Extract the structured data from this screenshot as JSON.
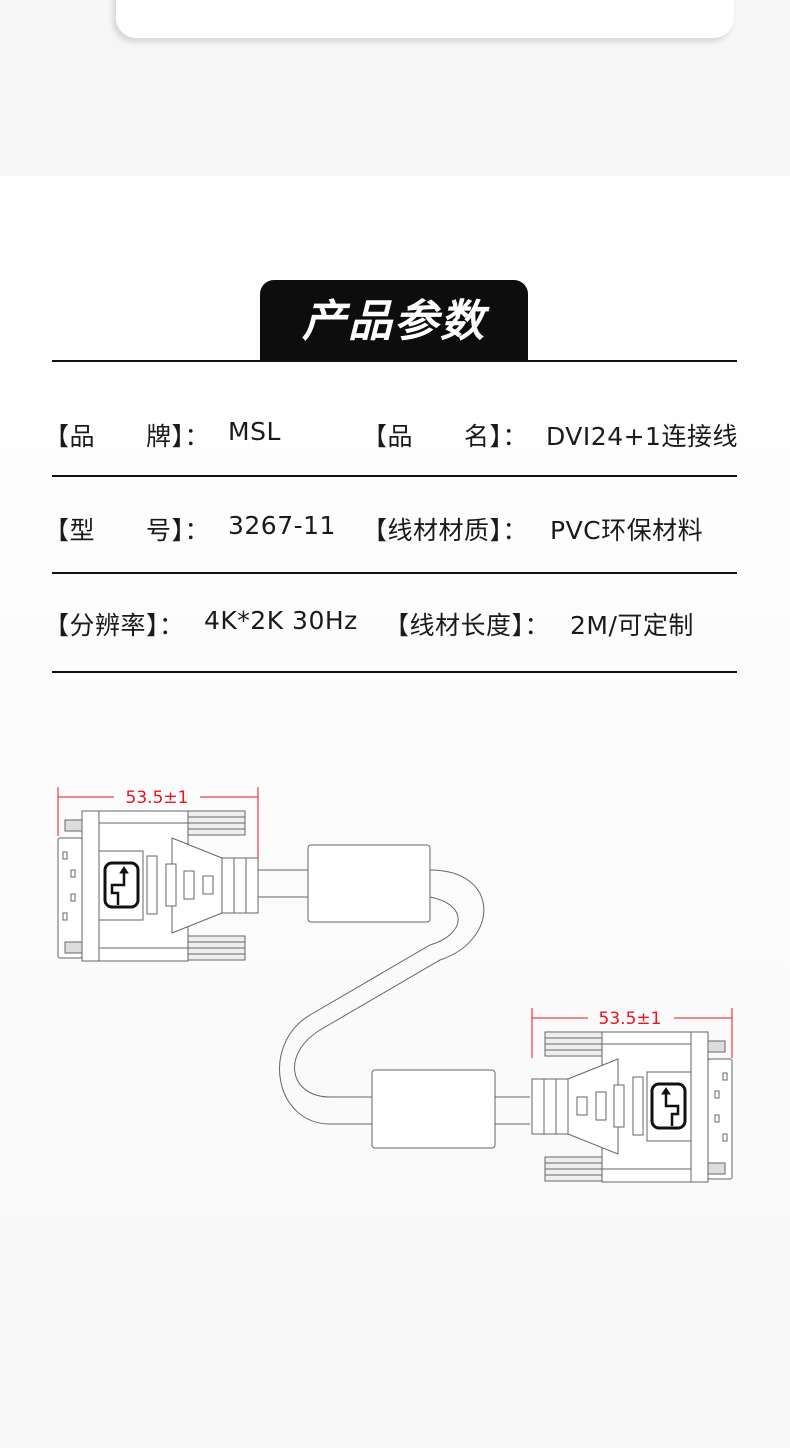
{
  "section_title": "产品参数",
  "specs": [
    {
      "label": "【品　　牌】：",
      "value": "MSL",
      "label2": "【品　　名】：",
      "value2": "DVI24+1连接线"
    },
    {
      "label": "【型　　号】：",
      "value": "3267-11",
      "label2": "【线材材质】：",
      "value2": "PVC环保材料"
    },
    {
      "label": "【分辨率】：",
      "value": "4K*2K 30Hz",
      "label2": "【线材长度】：",
      "value2": "2M/可定制"
    }
  ],
  "diagram": {
    "dimension_left": "53.5±1",
    "dimension_right": "53.5±1",
    "dimension_color": "#e8141c",
    "line_color": "#555555"
  }
}
